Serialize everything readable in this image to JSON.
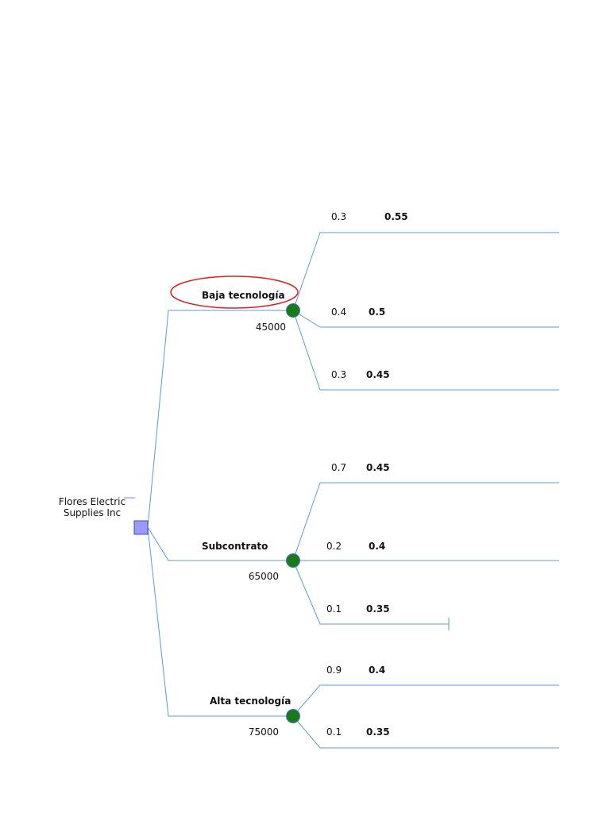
{
  "root": {
    "label_line1": "Flores Electric",
    "label_line2": "Supplies Inc"
  },
  "colors": {
    "line": "#5b9bd5",
    "chance_node_fill": "#1a7a1a",
    "chance_node_stroke": "#4472c4",
    "decision_node_fill": "#9999ff",
    "decision_node_stroke": "#4a4aa8",
    "highlight": "#e02020"
  },
  "branches": [
    {
      "name": "Baja tecnología",
      "cost": "45000",
      "highlighted": true,
      "outcomes": [
        {
          "prob": "0.3",
          "value": "0.55"
        },
        {
          "prob": "0.4",
          "value": "0.5"
        },
        {
          "prob": "0.3",
          "value": "0.45"
        }
      ]
    },
    {
      "name": "Subcontrato",
      "cost": "65000",
      "highlighted": false,
      "outcomes": [
        {
          "prob": "0.7",
          "value": "0.45"
        },
        {
          "prob": "0.2",
          "value": "0.4"
        },
        {
          "prob": "0.1",
          "value": "0.35"
        }
      ]
    },
    {
      "name": "Alta tecnología",
      "cost": "75000",
      "highlighted": false,
      "outcomes": [
        {
          "prob": "0.9",
          "value": "0.4"
        },
        {
          "prob": "0.1",
          "value": "0.35"
        }
      ]
    }
  ]
}
